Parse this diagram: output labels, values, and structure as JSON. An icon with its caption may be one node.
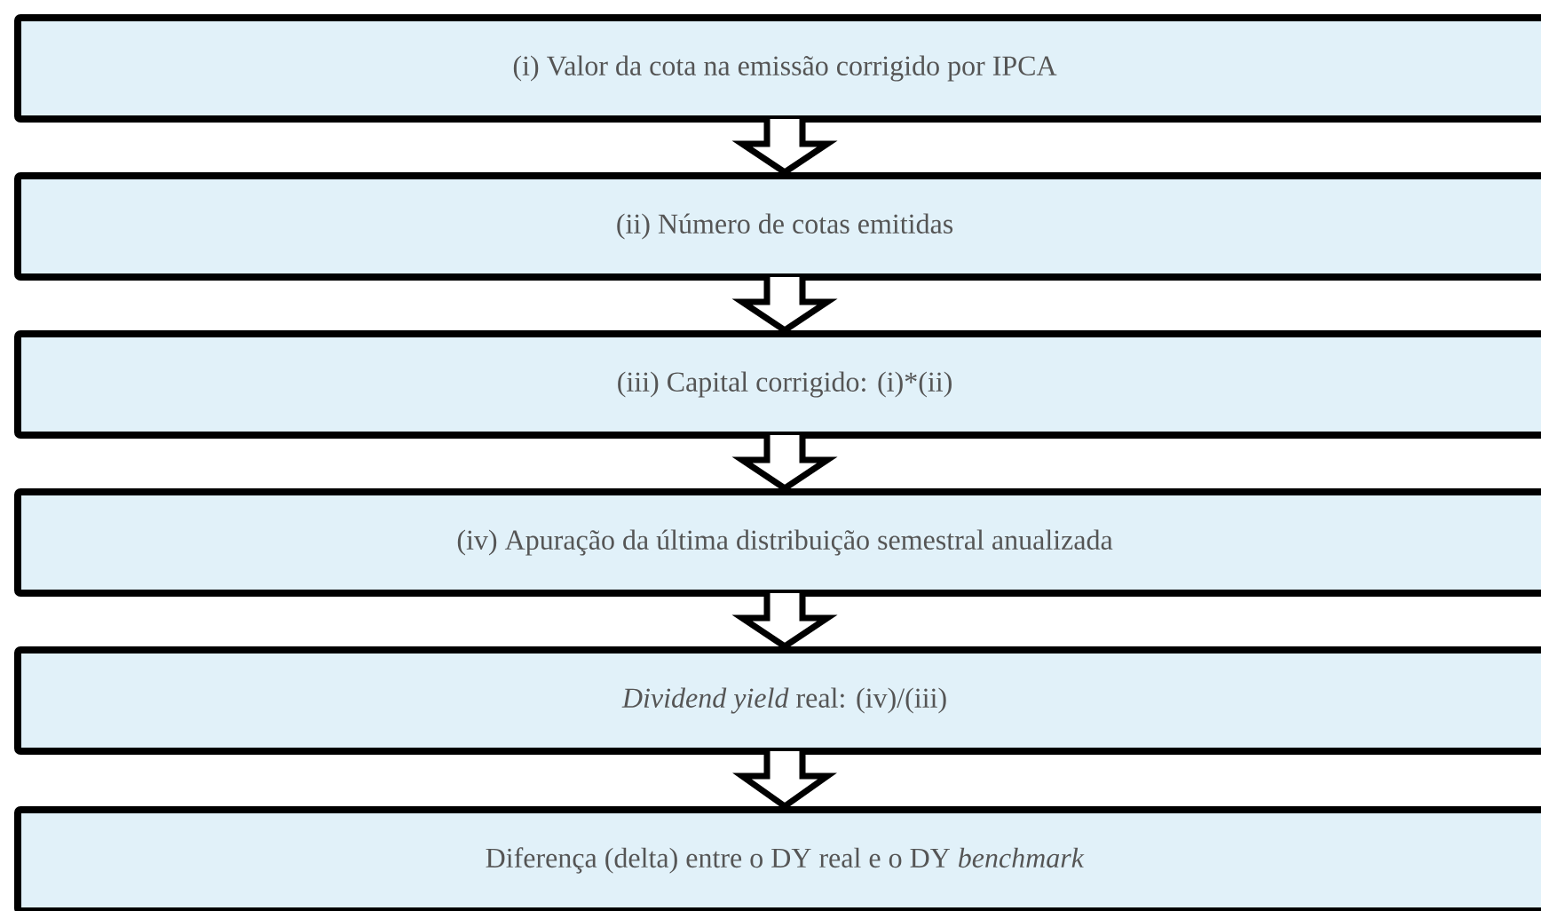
{
  "diagram": {
    "nodes": [
      {
        "text": [
          "(i) Valor da cota na emissão corrigido por IPCA"
        ]
      },
      {
        "text": [
          "(ii) Número de cotas emitidas"
        ]
      },
      {
        "text": [
          "(iii) Capital corrigido: (i)*(ii)"
        ]
      },
      {
        "text": [
          "(iv) Apuração da última distribuição semestral anualizada"
        ]
      },
      {
        "text": [
          "*Dividend yield* real: (iv)/(iii)"
        ]
      },
      {
        "text": [
          "Diferença (delta) entre o DY real e o DY *benchmark*"
        ]
      }
    ],
    "edges": [
      {
        "from": 0,
        "to": 1,
        "arrow": "to"
      },
      {
        "from": 1,
        "to": 2,
        "arrow": "to"
      },
      {
        "from": 2,
        "to": 3,
        "arrow": "to"
      },
      {
        "from": 3,
        "to": 4,
        "arrow": "to"
      },
      {
        "from": 4,
        "to": 5,
        "arrow": "to"
      }
    ]
  }
}
